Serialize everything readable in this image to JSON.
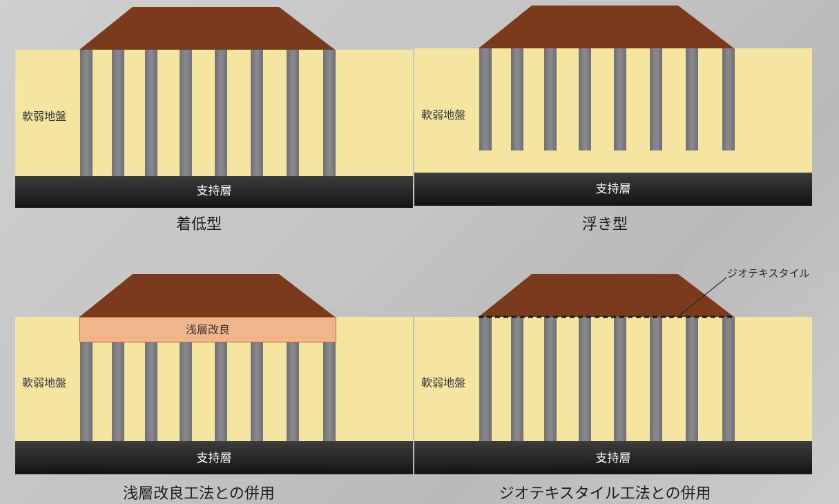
{
  "labels": {
    "soft_ground": "軟弱地盤",
    "bearing_layer": "支持層",
    "shallow_improvement": "浅層改良",
    "geotextile": "ジオテキスタイル"
  },
  "captions": {
    "end_bearing": "着低型",
    "floating": "浮き型",
    "with_shallow": "浅層改良工法との併用",
    "with_geotextile": "ジオテキスタイル工法との併用"
  },
  "colors": {
    "embankment": "#7a3a1c",
    "soft_ground": "#f4e5a1",
    "column": "#7b7b80",
    "bearing_layer": "#2a2a2a",
    "shallow_layer": "#f0b58b"
  }
}
